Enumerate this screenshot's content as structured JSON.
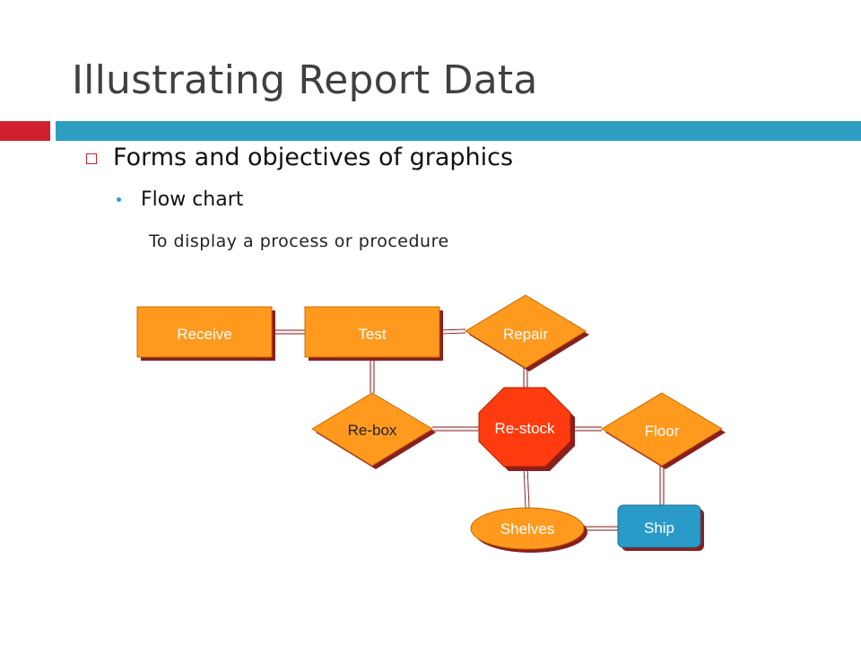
{
  "slide": {
    "title": "Illustrating Report Data",
    "bullet": "Forms and objectives of graphics",
    "subbullet": "Flow chart",
    "description": "To display a process or procedure"
  },
  "colors": {
    "accent_red": "#d0202e",
    "accent_blue": "#2e9fc2",
    "node_orange": "#ff9a1f",
    "node_red": "#ff3b0f",
    "node_blue": "#2a9bc8",
    "shadow": "#8a1f1f"
  },
  "flowchart": {
    "nodes": [
      {
        "id": "receive",
        "label": "Receive",
        "shape": "rectangle"
      },
      {
        "id": "test",
        "label": "Test",
        "shape": "rectangle"
      },
      {
        "id": "repair",
        "label": "Repair",
        "shape": "diamond"
      },
      {
        "id": "rebox",
        "label": "Re-box",
        "shape": "diamond"
      },
      {
        "id": "restock",
        "label": "Re-stock",
        "shape": "octagon"
      },
      {
        "id": "floor",
        "label": "Floor",
        "shape": "diamond"
      },
      {
        "id": "shelves",
        "label": "Shelves",
        "shape": "ellipse"
      },
      {
        "id": "ship",
        "label": "Ship",
        "shape": "rounded-rectangle"
      }
    ],
    "edges": [
      {
        "from": "receive",
        "to": "test"
      },
      {
        "from": "test",
        "to": "repair"
      },
      {
        "from": "test",
        "to": "rebox"
      },
      {
        "from": "repair",
        "to": "restock"
      },
      {
        "from": "rebox",
        "to": "restock"
      },
      {
        "from": "restock",
        "to": "floor"
      },
      {
        "from": "restock",
        "to": "shelves"
      },
      {
        "from": "floor",
        "to": "ship"
      },
      {
        "from": "shelves",
        "to": "ship"
      }
    ]
  }
}
